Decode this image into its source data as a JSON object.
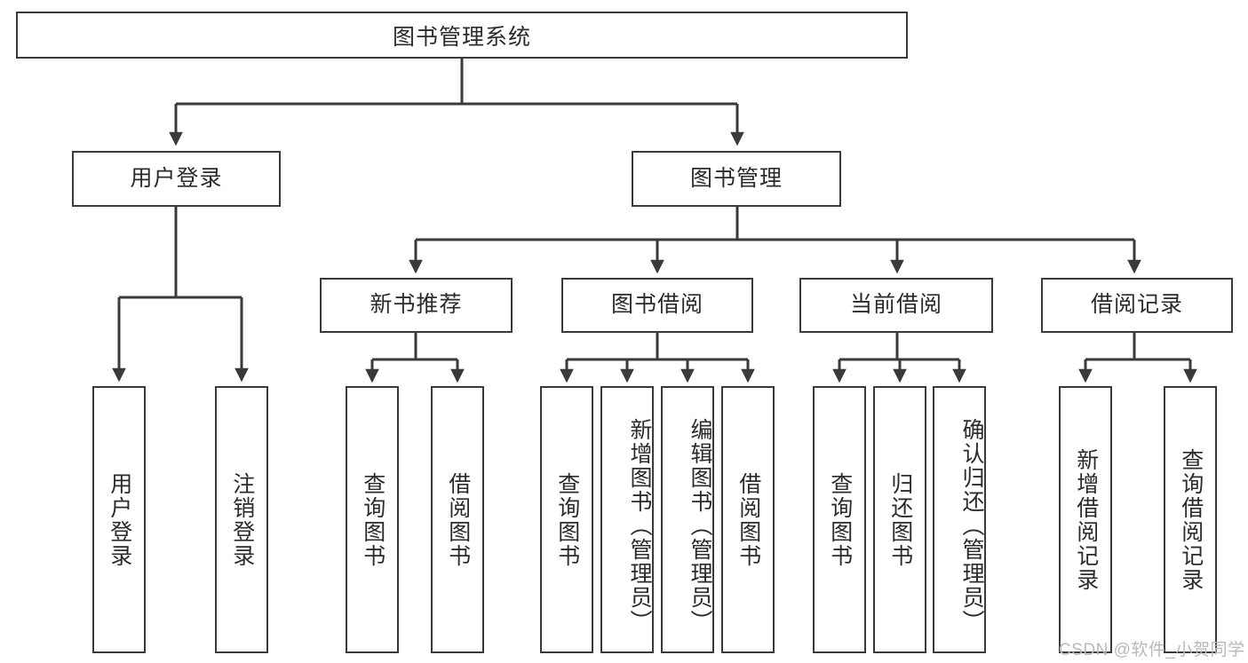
{
  "diagram": {
    "title": "图书管理系统",
    "type": "hierarchy-tree",
    "stroke_color": "#3a3a3a",
    "text_color": "#2b2b2b",
    "background_color": "#ffffff",
    "watermark": "CSDN @软件_小贺同学",
    "watermark_color": "#b9b9b9",
    "levels": {
      "level0": "图书管理系统",
      "level1": [
        "用户登录",
        "图书管理"
      ],
      "level2": [
        "新书推荐",
        "图书借阅",
        "当前借阅",
        "借阅记录"
      ]
    },
    "nodes": {
      "root": {
        "label": "图书管理系统"
      },
      "user_login": {
        "label": "用户登录"
      },
      "book_manage": {
        "label": "图书管理"
      },
      "new_book_rec": {
        "label": "新书推荐"
      },
      "book_borrow": {
        "label": "图书借阅"
      },
      "current_borrow": {
        "label": "当前借阅"
      },
      "borrow_record": {
        "label": "借阅记录"
      },
      "leaf_user_login": {
        "label": "用户登录"
      },
      "leaf_logout": {
        "label": "注销登录"
      },
      "leaf_query_book_1": {
        "label": "查询图书"
      },
      "leaf_borrow_book_1": {
        "label": "借阅图书"
      },
      "leaf_query_book_2": {
        "label": "查询图书"
      },
      "leaf_add_book": {
        "label": "新增图书（管理员）"
      },
      "leaf_edit_book": {
        "label": "编辑图书（管理员）"
      },
      "leaf_borrow_book_2": {
        "label": "借阅图书"
      },
      "leaf_query_book_3": {
        "label": "查询图书"
      },
      "leaf_return_book": {
        "label": "归还图书"
      },
      "leaf_confirm_return": {
        "label": "确认归还（管理员）"
      },
      "leaf_add_record": {
        "label": "新增借阅记录"
      },
      "leaf_query_record": {
        "label": "查询借阅记录"
      }
    }
  }
}
